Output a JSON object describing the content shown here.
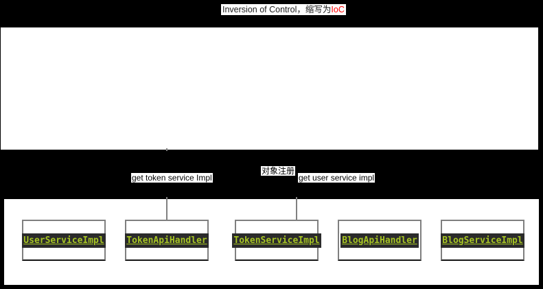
{
  "title": {
    "main": "Inversion of Control，缩写为",
    "accent": "IoC"
  },
  "annotations": {
    "get_token": "get token service Impl",
    "register": "对象注册",
    "get_user": "get user service impl"
  },
  "components": [
    "UserServiceImpl",
    "TokenApiHandler",
    "TokenServiceImpl",
    "BlogApiHandler",
    "BlogServiceImpl"
  ],
  "colors": {
    "background": "#000000",
    "panel": "#ffffff",
    "title_accent": "#ff0000",
    "chip_background": "#2b2b2b",
    "chip_text": "#a7c523",
    "connector": "#808080",
    "box_border": "#7f7f7f"
  }
}
